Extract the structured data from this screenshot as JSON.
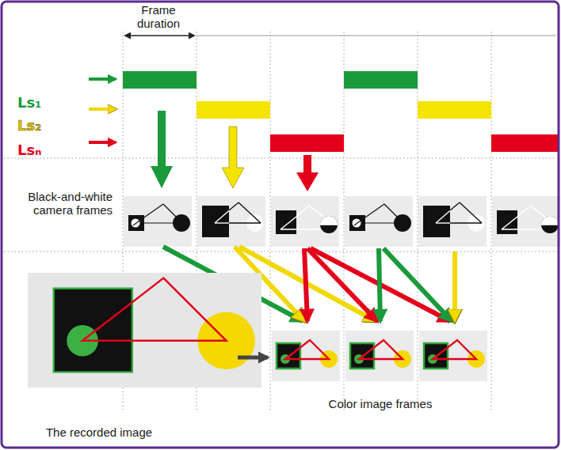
{
  "diagram": {
    "labels": [
      "Frame duration",
      "Ls₁",
      "Ls₂",
      "Lsₙ",
      "Black-and-white camera frames",
      "Color image frames",
      "The recorded image"
    ]
  }
}
